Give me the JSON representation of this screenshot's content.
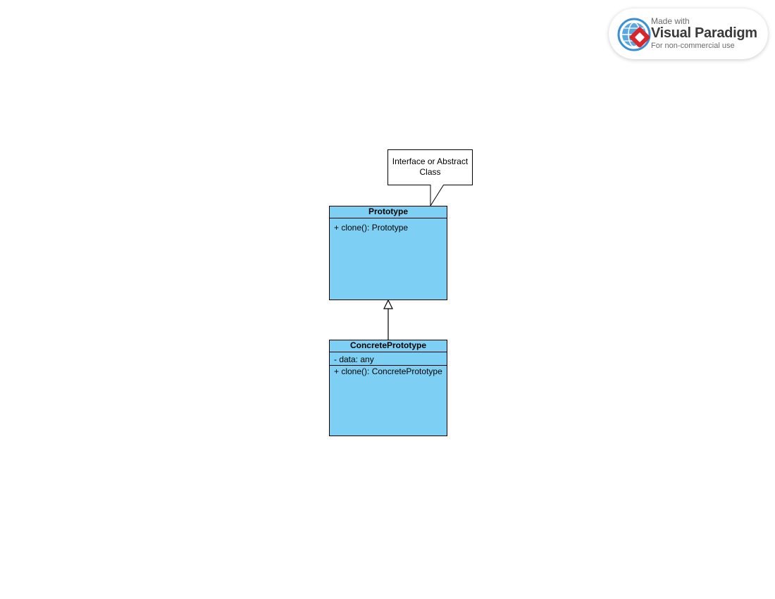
{
  "watermark": {
    "made_with": "Made with",
    "brand": "Visual Paradigm",
    "usage": "For non-commercial use",
    "brand_colors": {
      "globe": "#3b8fd4",
      "diamond": "#d8262b"
    }
  },
  "diagram": {
    "type": "uml-class-diagram",
    "note": {
      "text": "Interface or Abstract Class"
    },
    "classes": [
      {
        "id": "prototype",
        "name": "Prototype",
        "attributes": [],
        "operations": [
          "+ clone(): Prototype"
        ]
      },
      {
        "id": "concrete-prototype",
        "name": "ConcretePrototype",
        "attributes": [
          "- data: any"
        ],
        "operations": [
          "+ clone(): ConcretePrototype"
        ]
      }
    ],
    "relationships": [
      {
        "type": "generalization",
        "from": "concrete-prototype",
        "to": "prototype"
      }
    ],
    "colors": {
      "class_fill": "#7dd0f4",
      "border": "#000000",
      "note_fill": "#ffffff"
    }
  }
}
